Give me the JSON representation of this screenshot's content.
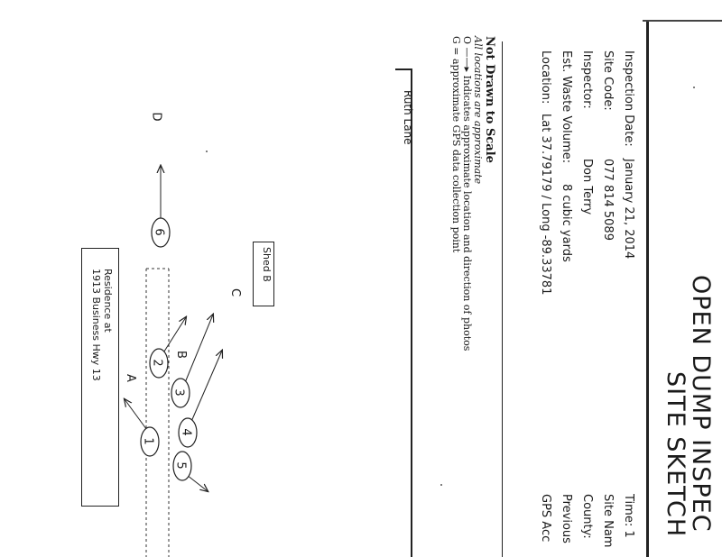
{
  "title": "OPEN DUMP INSPEC",
  "subtitle": "SITE SKETCH",
  "info": {
    "inspection_date_label": "Inspection Date:",
    "inspection_date": "January 21, 2014",
    "site_code_label": "Site Code:",
    "site_code": "077 814 5089",
    "inspector_label": "Inspector:",
    "inspector": "Don Terry",
    "waste_volume_label": "Est. Waste Volume:",
    "waste_volume": "8  cubic yards",
    "location_label": "Location:",
    "location": "Lat 37.79179 / Long -89.33781",
    "time_label": "Time:  1",
    "site_name_label": "Site Nam",
    "county_label": "County:",
    "previous_label": "Previous",
    "gps_label": "GPS Acc"
  },
  "notes": {
    "not_drawn": "Not Drawn to Scale",
    "line1": "All locations are approximate",
    "line2_arrow": "O ——▸",
    "line2_text": "Indicates approximate location and direction of photos",
    "line3": "G = approximate GPS data collection point"
  },
  "map": {
    "road_label": "Ruth Lane",
    "shed_label": "Shed B",
    "residence_line1": "Residence at",
    "residence_line2": "1913 Business Hwy 13",
    "letters": [
      "A",
      "B",
      "C",
      "D"
    ],
    "photo_points": [
      "1",
      "2",
      "3",
      "4",
      "5",
      "6"
    ]
  }
}
